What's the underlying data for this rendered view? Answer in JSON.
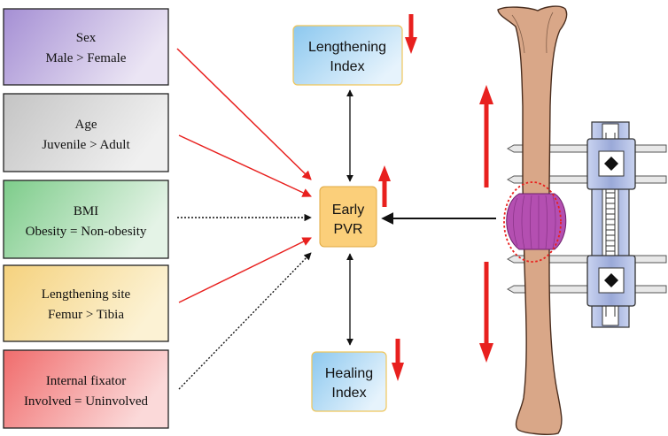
{
  "factors": [
    {
      "line1": "Sex",
      "line2": "Male > Female",
      "fill_top": "#a58fd4",
      "fill_bottom": "#ebe5f4",
      "arrow": "significant"
    },
    {
      "line1": "Age",
      "line2": "Juvenile > Adult",
      "fill_top": "#c4c4c4",
      "fill_bottom": "#f0f0f0",
      "arrow": "significant"
    },
    {
      "line1": "BMI",
      "line2": "Obesity = Non-obesity",
      "fill_top": "#7dcc8a",
      "fill_bottom": "#e4f3e6",
      "arrow": "not-significant"
    },
    {
      "line1": "Lengthening site",
      "line2": "Femur > Tibia",
      "fill_top": "#f5d27e",
      "fill_bottom": "#fcf2d4",
      "arrow": "significant"
    },
    {
      "line1": "Internal fixator",
      "line2": "Involved = Uninvolved",
      "fill_top": "#f06c6c",
      "fill_bottom": "#fbd9d9",
      "arrow": "not-significant"
    }
  ],
  "center": {
    "line1": "Early",
    "line2": "PVR",
    "trend": "up"
  },
  "lengthening_index": {
    "line1": "Lengthening",
    "line2": "Index",
    "trend": "down"
  },
  "healing_index": {
    "line1": "Healing",
    "line2": "Index",
    "trend": "down"
  },
  "colors": {
    "significant_arrow": "#e8201e",
    "trend_arrow": "#e8201e",
    "neutral_arrow": "#111111",
    "center_fill": "#fbcf7a",
    "index_fill_top": "#8cc8ef",
    "index_fill_bottom": "#e6f3fc",
    "bone": "#d9a788",
    "callus": "#b44fb1",
    "fixator": "#b9c6ea"
  },
  "icons": {
    "bone": "bone-with-external-fixator-icon",
    "callus": "regenerate-callus-icon"
  }
}
